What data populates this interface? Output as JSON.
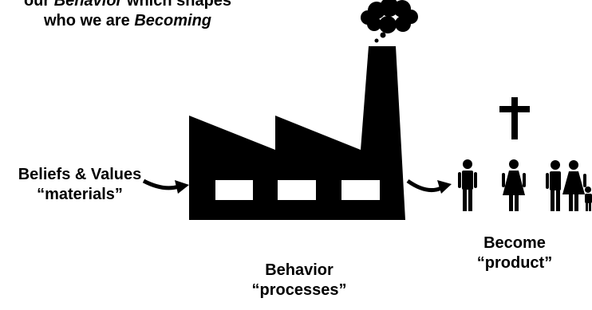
{
  "caption": {
    "line1_pre": "our ",
    "line1_em": "Behavior",
    "line1_post": " which shapes",
    "line2_pre": "who we are ",
    "line2_em": "Becoming"
  },
  "input": {
    "title": "Beliefs & Values",
    "subtitle": "“materials”"
  },
  "process": {
    "title": "Behavior",
    "subtitle": "“processes”"
  },
  "output": {
    "title": "Become",
    "subtitle": "“product”"
  },
  "icons": [
    "smoke-cloud-icon",
    "factory-icon",
    "cross-icon",
    "man-icon",
    "woman-icon",
    "family-icon",
    "arrow-icon"
  ],
  "colors": {
    "ink": "#000000",
    "background": "#ffffff"
  }
}
